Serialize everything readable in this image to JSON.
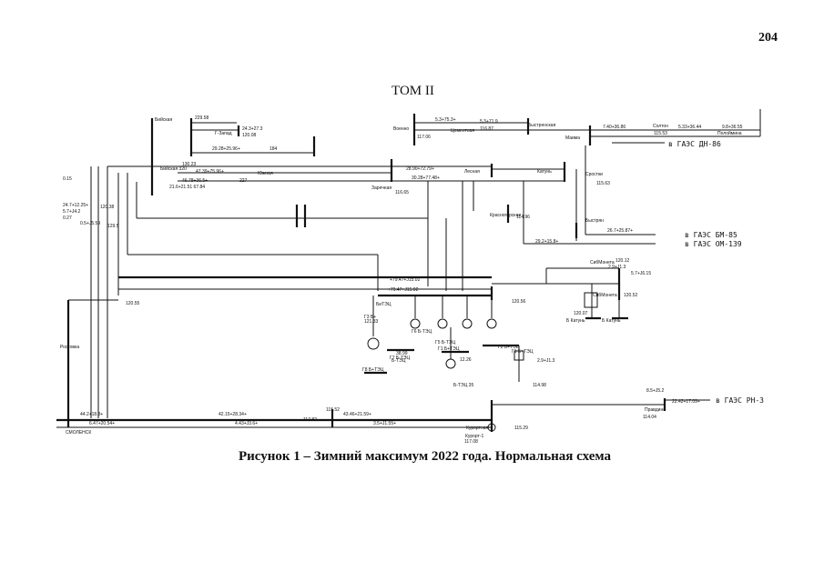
{
  "page_number": "204",
  "volume": "ТОМ II",
  "caption": "Рисунок 1 – Зимний максимум 2022 года. Нормальная схема",
  "colors": {
    "ink": "#111111",
    "paper": "#ffffff"
  },
  "substations": {
    "biyskaya": "Бийская",
    "biyskaya_320": "Бийская 320",
    "zapad": "Г-Запад",
    "uzhnaya": "Южная",
    "zarechnaya": "Заречная",
    "lesnaya": "Лесная",
    "katun": "Катунь",
    "krasnogorskaya": "Красногорская",
    "voenno": "Военно",
    "tsementnaya": "Цементная",
    "bystrenskaya_top": "Быстренская",
    "maima": "Маима",
    "soltonskaya": "Солтон",
    "poloymannaya": "Полоймина",
    "srostki": "Сростки",
    "bystrian": "Быстрян",
    "sovmonet_1": "СибМонета",
    "sovmonet_2": "СибМонета",
    "b_katun_1": "Б Катунь",
    "b_katun_2": "Б Катунь",
    "bitzk": "БиТЭЦ",
    "b_tets": "Б-ТЭЦ",
    "b_tets_35": "Б-ТЭЦ 35",
    "rostovka": "Ростовка",
    "smolensk": "СМОЛЕНСК",
    "kurortnaya": "Курортная",
    "kurort": "Курорт-1",
    "pravdino": "Правдино"
  },
  "ges_labels": {
    "dn_86": "в ГАЭС ДН-86",
    "bm_85": "в ГАЭС БМ-85",
    "om_139": "в ГАЭС ОМ-139",
    "rn_3": "в ГАЭС РН-3"
  },
  "generators": {
    "g5": "Г5 Б-ТЭЦ",
    "g6": "Г6 Б-ТЭЦ",
    "g7": "Г7 Б-ТЭЦ",
    "g8": "Г8 Б+ТЭЦ",
    "g1": "Г1 Б+ТЭЦ",
    "g2": "Г2 Б+ТЭЦ",
    "g3": "Г3 Б+",
    "g4": "Г1 Б+ТЭЦ"
  },
  "values": {
    "v1": "229.58",
    "v2": "24.3+27.3",
    "v3": "120.08",
    "v4": "29.28+25.96+",
    "v5": "184",
    "v6": "47.39+75.96+",
    "v7": "46.78+36.5+",
    "v8": "130.23",
    "v9": "21.6+21.51 67.84",
    "v10": "227",
    "v11": "5.3+75.3+",
    "v12": "5.3+71.9",
    "v13": "117.06",
    "v14": "116.87",
    "v15": "7.40+36.86",
    "v16": "5.33+36.44",
    "v17": "9.8+36.55",
    "v18": "115.53",
    "v19": "28.90+72.79+",
    "v20": "30.28+77.48+",
    "v21": "114.96",
    "v22": "116.65",
    "v23": "115.63",
    "v24": "26.7+25.87+",
    "v25": "29.2+15.8+",
    "v26": "120.12",
    "v27": "120.52",
    "v28": "120.56",
    "v29": "120.55",
    "v30": "+79.47+J15.02",
    "v31": "+79.47+J15.02",
    "v32": "115.29",
    "v33": "114.04",
    "v34": "44.2+18.8+",
    "v35": "42.15+28.34+",
    "v36": "4.43+J3.6+",
    "v37": "117.82",
    "v38": "115.52",
    "v39": "43.46+21.59+",
    "v40": "3.5+J1.55+",
    "v41": "6.47+20.54+",
    "v42": "117.08",
    "v43": "22.42+17.09+",
    "v44": "8.5+J5.2",
    "v45": "0.15",
    "v46": "0.27",
    "v47": "5.7+J4.2",
    "v48": "120.38",
    "v49": "129.5",
    "v50": "24.7+12.25+",
    "v51": "0.5+J5.59",
    "v52": "5.7+J6.15",
    "v53": "2.9+J1.3",
    "v54": "2.9+J1.3",
    "v55": "120.07",
    "v56": "12.26",
    "v57": "38.99",
    "v58": "121.33",
    "v59": "114.98"
  }
}
